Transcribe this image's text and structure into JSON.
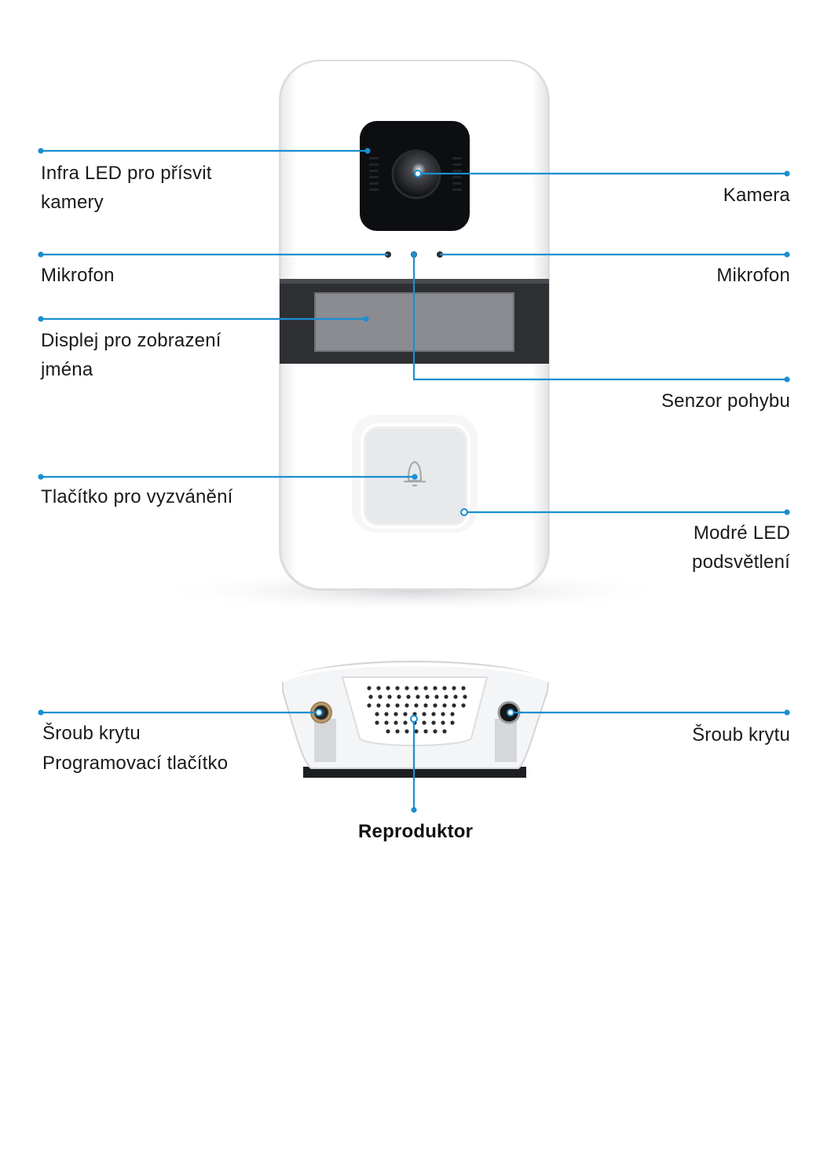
{
  "colors": {
    "leader": "#1a8fd0",
    "device_body": "#ffffff",
    "device_shadow": "#d9dadd",
    "display_band": "#2e2f33",
    "display_screen": "#8a8c92"
  },
  "labels": {
    "infra_led": "Infra LED pro přísvit\nkamery",
    "kamera": "Kamera",
    "mikrofon_left": "Mikrofon",
    "mikrofon_right": "Mikrofon",
    "displej": "Displej pro zobrazení\njména",
    "senzor": "Senzor pohybu",
    "tlacitko": "Tlačítko pro vyzvánění",
    "modre_led": "Modré LED\npodsvětlení",
    "sroub_left": "Šroub krytu",
    "programovaci": "Programovací tlačítko",
    "sroub_right": "Šroub krytu",
    "reproduktor": "Reproduktor"
  },
  "icons": {
    "doorbell_button": "bell-icon"
  }
}
